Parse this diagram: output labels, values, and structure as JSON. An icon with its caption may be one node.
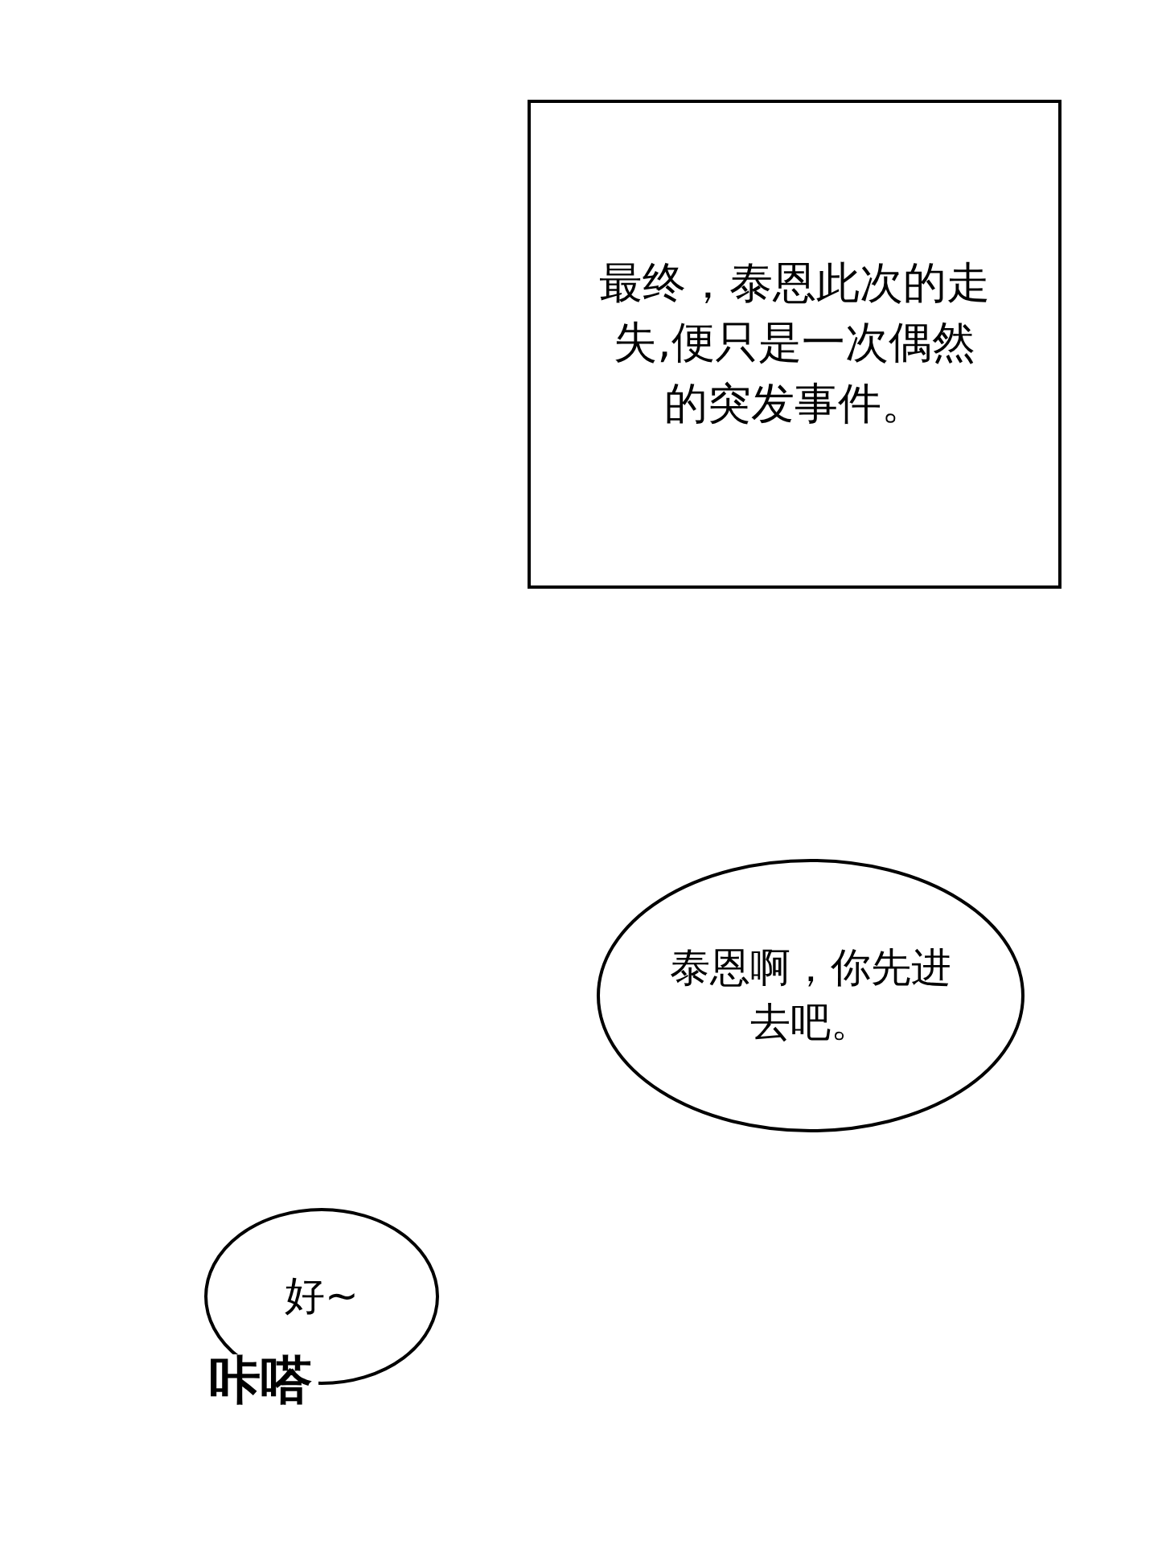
{
  "diagram": {
    "nodes": [
      {
        "text": [
          "最终，泰恩此次的走失,便只是一次偶然的突发事件。"
        ]
      },
      {
        "text": [
          "泰恩啊，你先进去吧。"
        ]
      },
      {
        "text": [
          "好~"
        ]
      }
    ],
    "labels": [
      "咔嗒"
    ]
  }
}
